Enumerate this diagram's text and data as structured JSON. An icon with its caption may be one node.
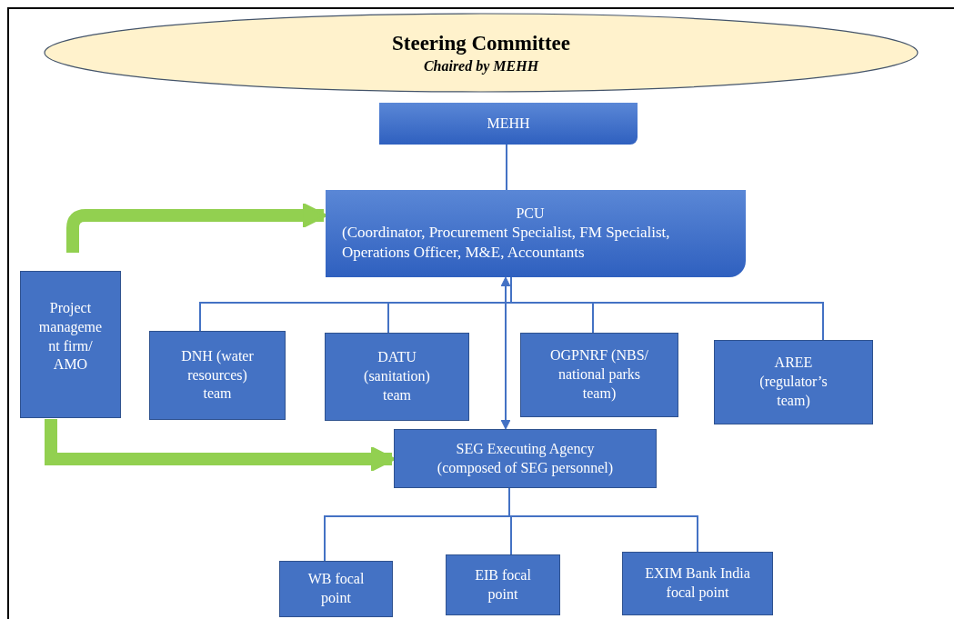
{
  "diagram": {
    "nodes": [
      {
        "text": [
          "Steering Committee",
          "Chaired by MEHH"
        ]
      },
      {
        "text": [
          "MEHH"
        ]
      },
      {
        "text": [
          "PCU",
          "(Coordinator, Procurement Specialist, FM Specialist, Operations Officer, M&E, Accountants"
        ]
      },
      {
        "text": [
          "Project manageme nt firm/ AMO"
        ]
      },
      {
        "text": [
          "DNH (water resources) team"
        ]
      },
      {
        "text": [
          "DATU (sanitation) team"
        ]
      },
      {
        "text": [
          "OGPNRF (NBS/ national parks team)"
        ]
      },
      {
        "text": [
          "AREE (regulator’s team)"
        ]
      },
      {
        "text": [
          "SEG Executing Agency",
          "(composed of SEG personnel)"
        ]
      },
      {
        "text": [
          "WB focal point"
        ]
      },
      {
        "text": [
          "EIB focal point"
        ]
      },
      {
        "text": [
          "EXIM Bank India focal point"
        ]
      }
    ],
    "edges": [
      {
        "from": 1,
        "to": 2,
        "arrow": "none"
      },
      {
        "from": 3,
        "to": 2,
        "arrow": "to",
        "style": "thick",
        "color": "#92d050"
      },
      {
        "from": 2,
        "to": 4,
        "arrow": "none"
      },
      {
        "from": 2,
        "to": 5,
        "arrow": "none"
      },
      {
        "from": 2,
        "to": 6,
        "arrow": "none"
      },
      {
        "from": 2,
        "to": 7,
        "arrow": "none"
      },
      {
        "from": 2,
        "to": 8,
        "arrow": "both"
      },
      {
        "from": 3,
        "to": 8,
        "arrow": "to",
        "style": "thick",
        "color": "#92d050"
      },
      {
        "from": 8,
        "to": 9,
        "arrow": "none"
      },
      {
        "from": 8,
        "to": 10,
        "arrow": "none"
      },
      {
        "from": 8,
        "to": 11,
        "arrow": "none"
      }
    ]
  }
}
